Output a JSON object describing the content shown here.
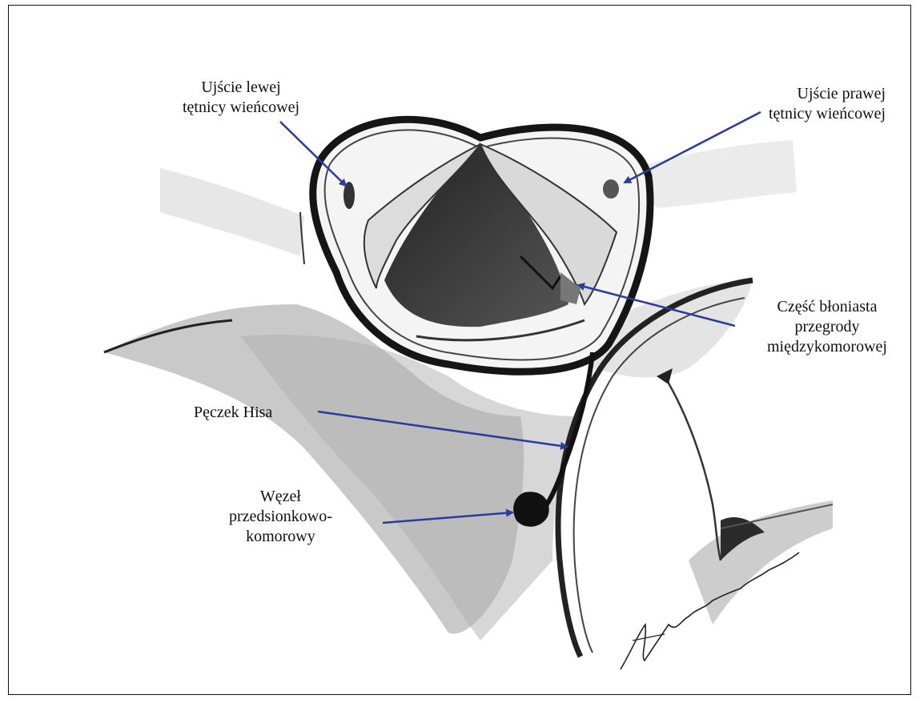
{
  "labels": {
    "left_coronary": [
      "Ujście lewej",
      "tętnicy wieńcowej"
    ],
    "right_coronary": [
      "Ujście prawej",
      "tętnicy wieńcowej"
    ],
    "membranous_septum": [
      "Część błoniasta",
      "przegrody",
      "międzykomorowej"
    ],
    "his_bundle": [
      "Pęczek Hisa"
    ],
    "av_node": [
      "Węzeł",
      "przedsionkowo-",
      "komorowy"
    ]
  },
  "signature": "AKlepkowski",
  "colors": {
    "arrow": "#2a3c9a",
    "ink": "#111111"
  }
}
